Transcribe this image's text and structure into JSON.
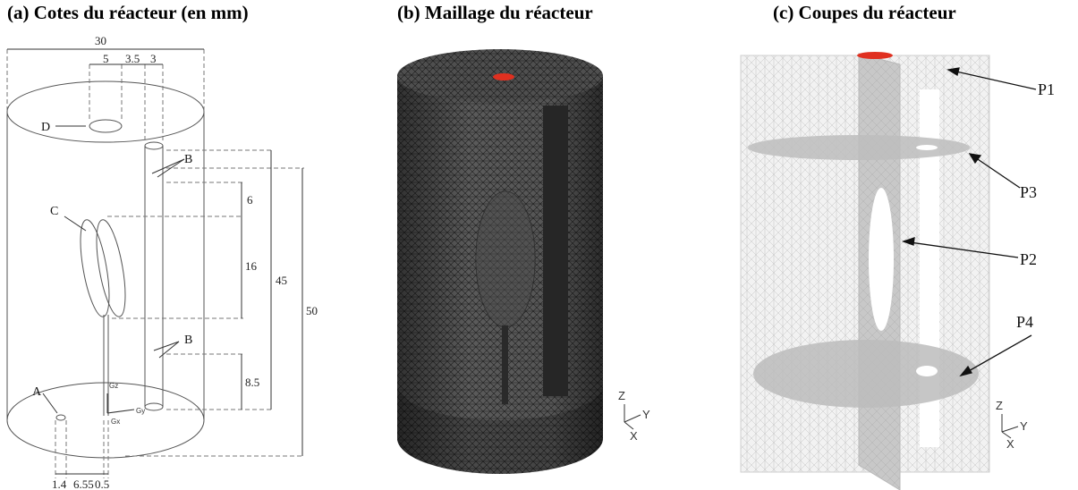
{
  "panels": {
    "a": {
      "title": "(a) Cotes du réacteur (en mm)",
      "dims": {
        "width_total": "30",
        "top_5": "5",
        "top_3_5": "3.5",
        "top_3": "3",
        "v6": "6",
        "v16": "16",
        "v8_5": "8.5",
        "v45": "45",
        "v50": "50",
        "b1_4": "1.4",
        "b6_55": "6.55",
        "b0_5": "0.5"
      },
      "labels": {
        "A": "A",
        "B1": "B",
        "B2": "B",
        "C": "C",
        "D": "D",
        "Gz": "Gz",
        "Gx": "Gx",
        "Gy": "Gy"
      }
    },
    "b": {
      "title": "(b) Maillage du réacteur",
      "axes": {
        "z": "Z",
        "y": "Y",
        "x": "X"
      }
    },
    "c": {
      "title": "(c) Coupes du réacteur",
      "planes": {
        "p1": "P1",
        "p2": "P2",
        "p3": "P3",
        "p4": "P4"
      },
      "axes": {
        "z": "Z",
        "y": "Y",
        "x": "X"
      }
    }
  },
  "colors": {
    "mesh_dark": "#3a3a3a",
    "mesh_light": "#d8d8d8",
    "highlight_red": "#e03020"
  }
}
